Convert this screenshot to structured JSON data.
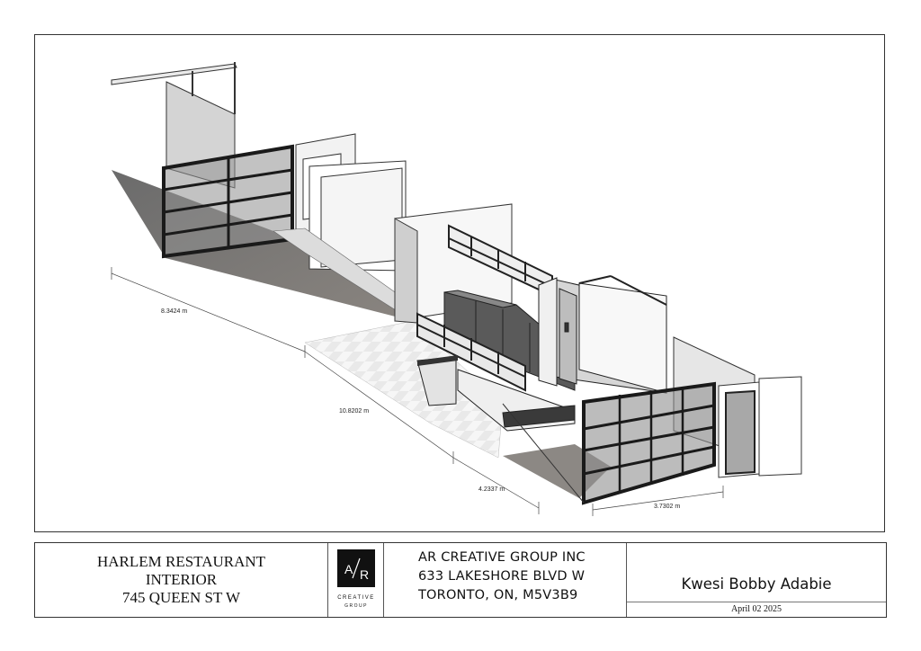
{
  "drawing": {
    "dimensions": [
      "8.3424 m",
      "10.8202 m",
      "4.2337 m",
      "3.7302 m"
    ]
  },
  "title_block": {
    "project_lines": [
      "HARLEM RESTAURANT",
      "INTERIOR",
      "745 QUEEN ST W"
    ],
    "logo": {
      "mark": "A/R",
      "line1": "CREATIVE",
      "line2": "GROUP"
    },
    "company_lines": [
      "AR CREATIVE GROUP INC",
      "633 LAKESHORE BLVD W",
      "TORONTO, ON, M5V3B9"
    ],
    "designer": "Kwesi Bobby Adabie",
    "date": "April 02 2025"
  }
}
